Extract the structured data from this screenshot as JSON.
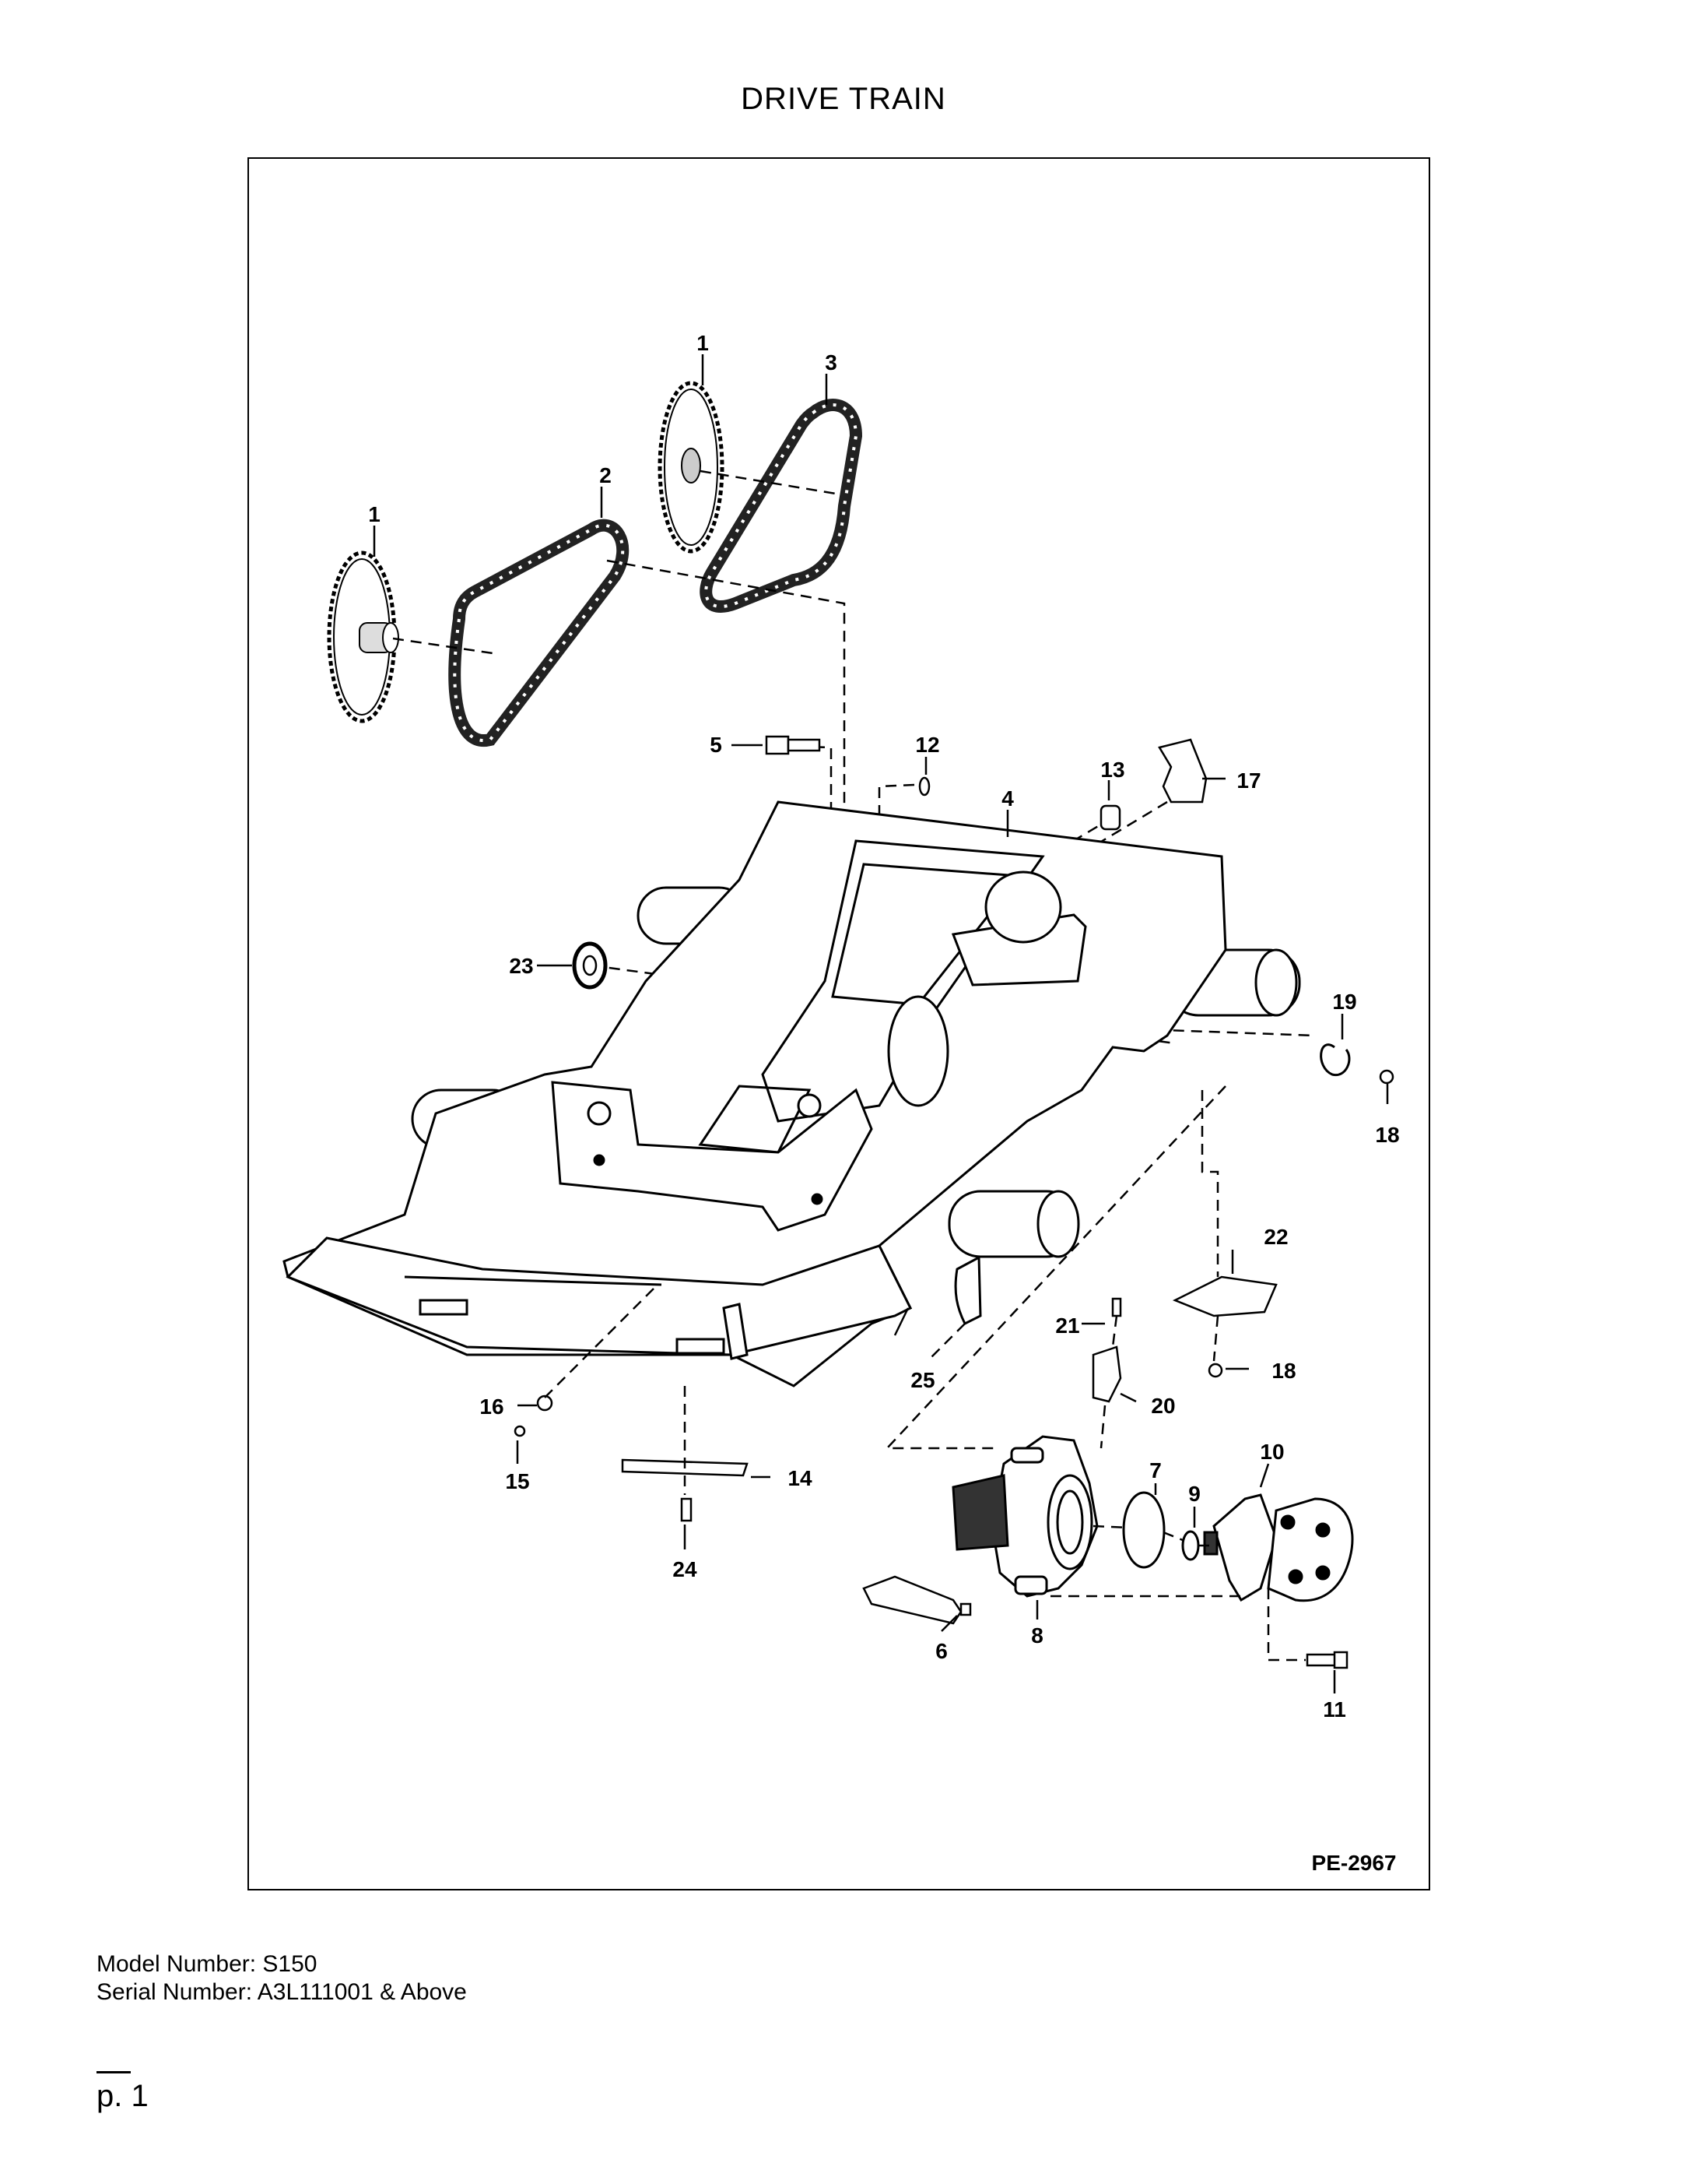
{
  "page": {
    "title": "DRIVE TRAIN",
    "figure_id": "PE-2967",
    "model_number": "Model Number: S150",
    "serial_number": "Serial Number: A3L111001 & Above",
    "page_number": "p. 1"
  },
  "callouts": [
    "1",
    "1",
    "2",
    "3",
    "4",
    "5",
    "6",
    "7",
    "8",
    "9",
    "10",
    "11",
    "12",
    "13",
    "14",
    "15",
    "16",
    "17",
    "18",
    "18",
    "19",
    "20",
    "21",
    "22",
    "23",
    "24",
    "25"
  ]
}
